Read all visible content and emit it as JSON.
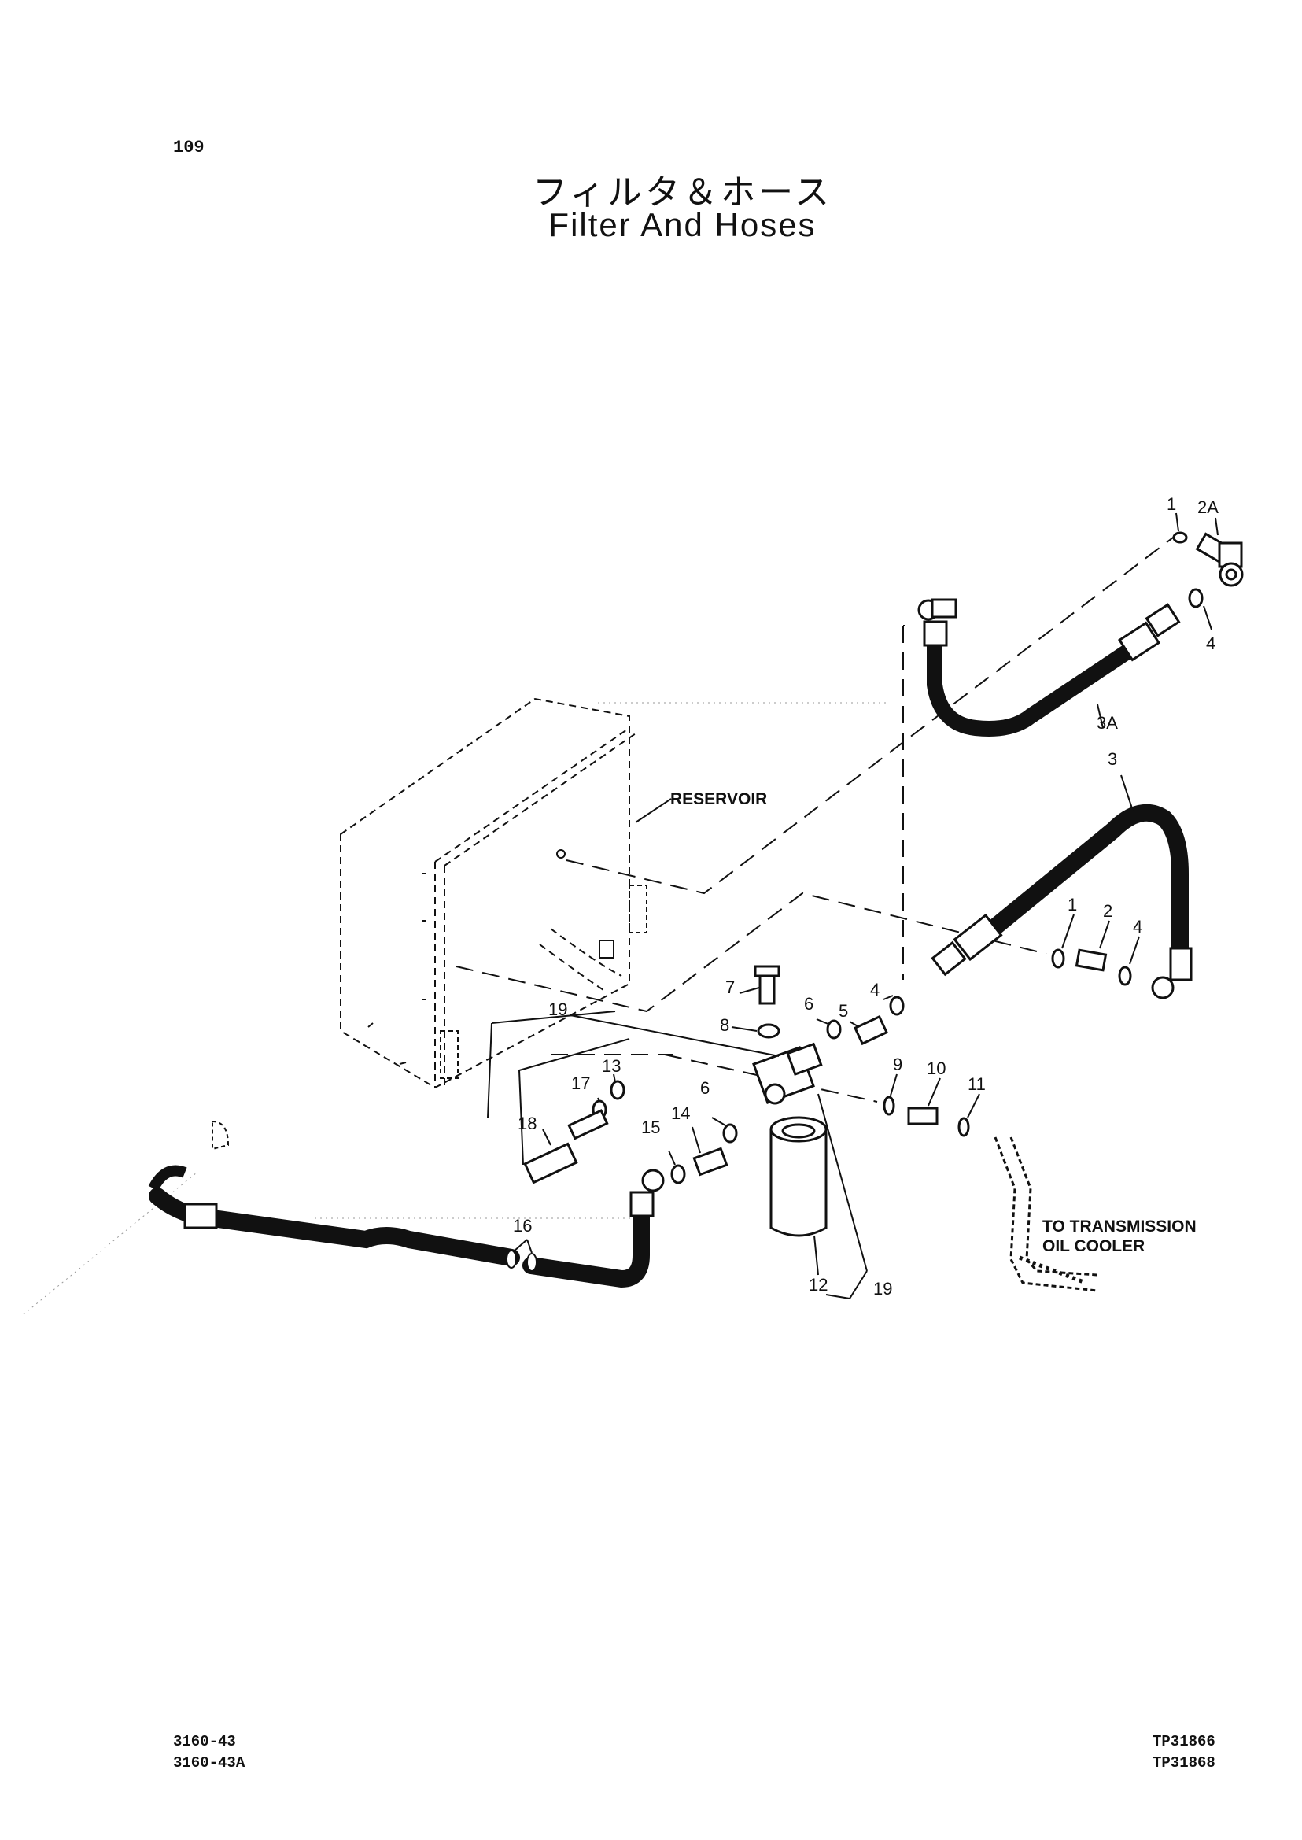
{
  "page": {
    "number": "109"
  },
  "title": {
    "japanese": "フィルタ＆ホース",
    "english": "Filter And Hoses"
  },
  "annotations": {
    "reservoir": "RESERVOIR",
    "to_cooler_line1": "TO TRANSMISSION",
    "to_cooler_line2": "OIL COOLER"
  },
  "callouts": [
    "1",
    "2A",
    "4",
    "3A",
    "3",
    "1",
    "2",
    "4",
    "4",
    "5",
    "6",
    "7",
    "8",
    "19",
    "13",
    "17",
    "18",
    "9",
    "10",
    "11",
    "6",
    "14",
    "15",
    "16",
    "12",
    "19"
  ],
  "footer": {
    "left": [
      "3160-43",
      "3160-43A"
    ],
    "right": [
      "TP31866",
      "TP31868"
    ]
  }
}
